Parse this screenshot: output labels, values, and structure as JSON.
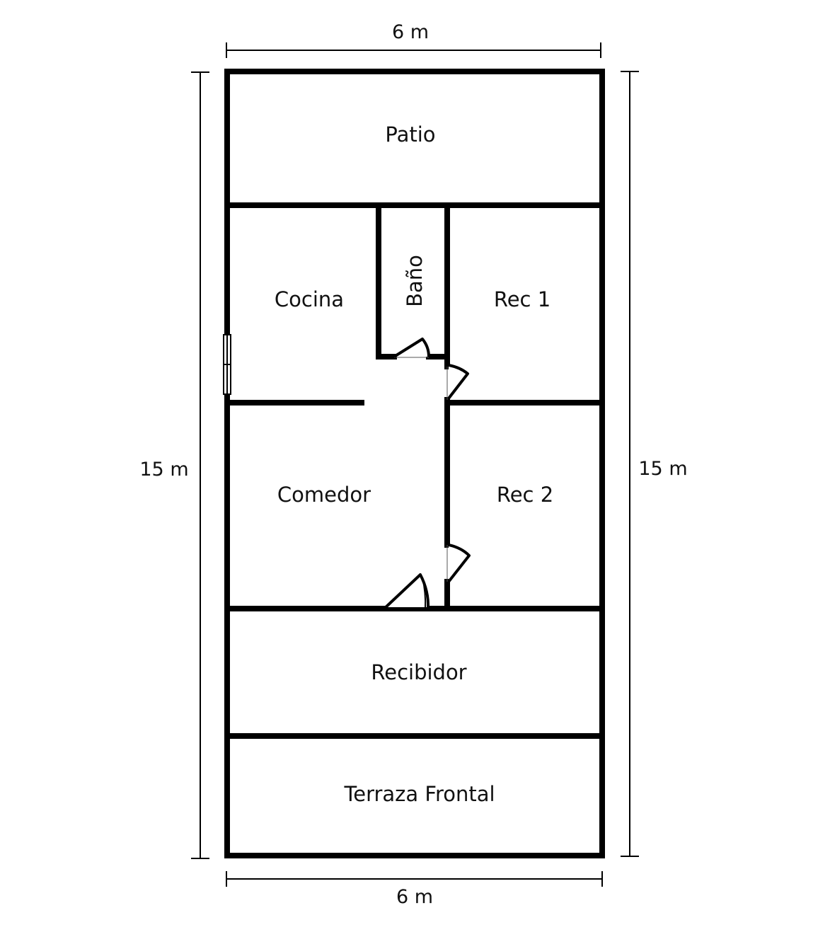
{
  "title": "Floor plan",
  "dimensions": {
    "top_width": "6 m",
    "bottom_width": "6 m",
    "left_height": "15 m",
    "right_height": "15 m"
  },
  "rooms": {
    "patio": "Patio",
    "cocina": "Cocina",
    "bano": "Baño",
    "rec1": "Rec 1",
    "comedor": "Comedor",
    "rec2": "Rec 2",
    "recibidor": "Recibidor",
    "terraza": "Terraza Frontal"
  },
  "colors": {
    "wall": "#000000",
    "background": "#ffffff"
  }
}
